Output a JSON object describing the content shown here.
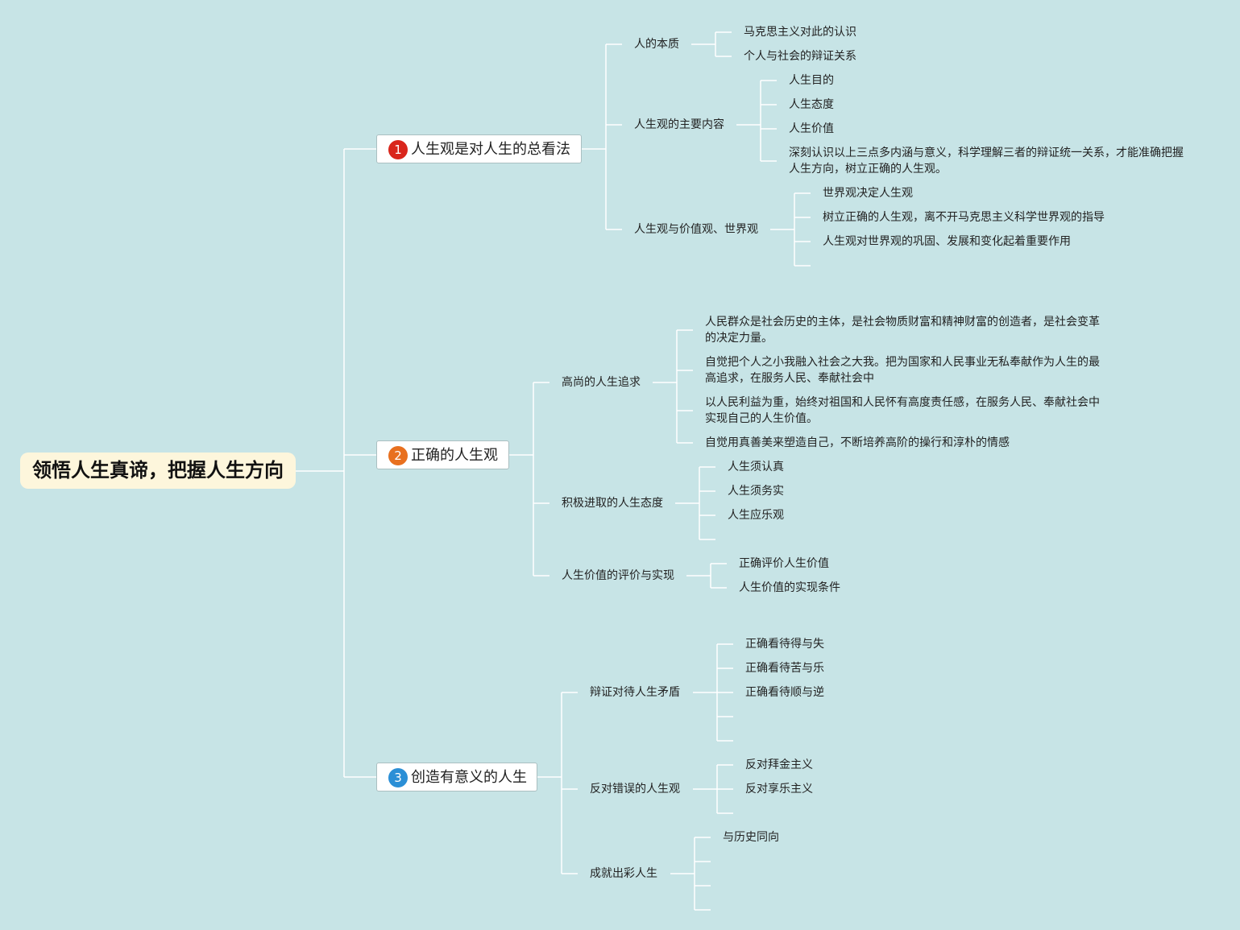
{
  "root": "领悟人生真谛，把握人生方向",
  "branches": [
    {
      "num": "1",
      "color": "#d9261c",
      "label": "人生观是对人生的总看法",
      "children": [
        {
          "label": "人的本质",
          "leaves": [
            "马克思主义对此的认识",
            "个人与社会的辩证关系"
          ]
        },
        {
          "label": "人生观的主要内容",
          "leaves": [
            "人生目的",
            "人生态度",
            "人生价值",
            "深刻认识以上三点多内涵与意义，科学理解三者的辩证统一关系，才能准确把握人生方向，树立正确的人生观。"
          ]
        },
        {
          "label": "人生观与价值观、世界观",
          "leaves": [
            "世界观决定人生观",
            "树立正确的人生观，离不开马克思主义科学世界观的指导",
            "人生观对世界观的巩固、发展和变化起着重要作用"
          ]
        }
      ]
    },
    {
      "num": "2",
      "color": "#e8701f",
      "label": "正确的人生观",
      "children": [
        {
          "label": "高尚的人生追求",
          "leaves": [
            "人民群众是社会历史的主体，是社会物质财富和精神财富的创造者，是社会变革的决定力量。",
            "自觉把个人之小我融入社会之大我。把为国家和人民事业无私奉献作为人生的最高追求，在服务人民、奉献社会中",
            "以人民利益为重，始终对祖国和人民怀有高度责任感，在服务人民、奉献社会中实现自己的人生价值。",
            "自觉用真善美来塑造自己，不断培养高阶的操行和淳朴的情感"
          ]
        },
        {
          "label": "积极进取的人生态度",
          "leaves": [
            "人生须认真",
            "人生须务实",
            "人生应乐观"
          ]
        },
        {
          "label": "人生价值的评价与实现",
          "leaves": [
            "正确评价人生价值",
            "人生价值的实现条件"
          ]
        }
      ]
    },
    {
      "num": "3",
      "color": "#2b8fd6",
      "label": "创造有意义的人生",
      "children": [
        {
          "label": "辩证对待人生矛盾",
          "leaves": [
            "正确看待得与失",
            "正确看待苦与乐",
            "正确看待顺与逆"
          ]
        },
        {
          "label": "反对错误的人生观",
          "leaves": [
            "反对拜金主义",
            "反对享乐主义"
          ]
        },
        {
          "label": "成就出彩人生",
          "leaves": [
            "与历史同向"
          ]
        }
      ]
    }
  ]
}
